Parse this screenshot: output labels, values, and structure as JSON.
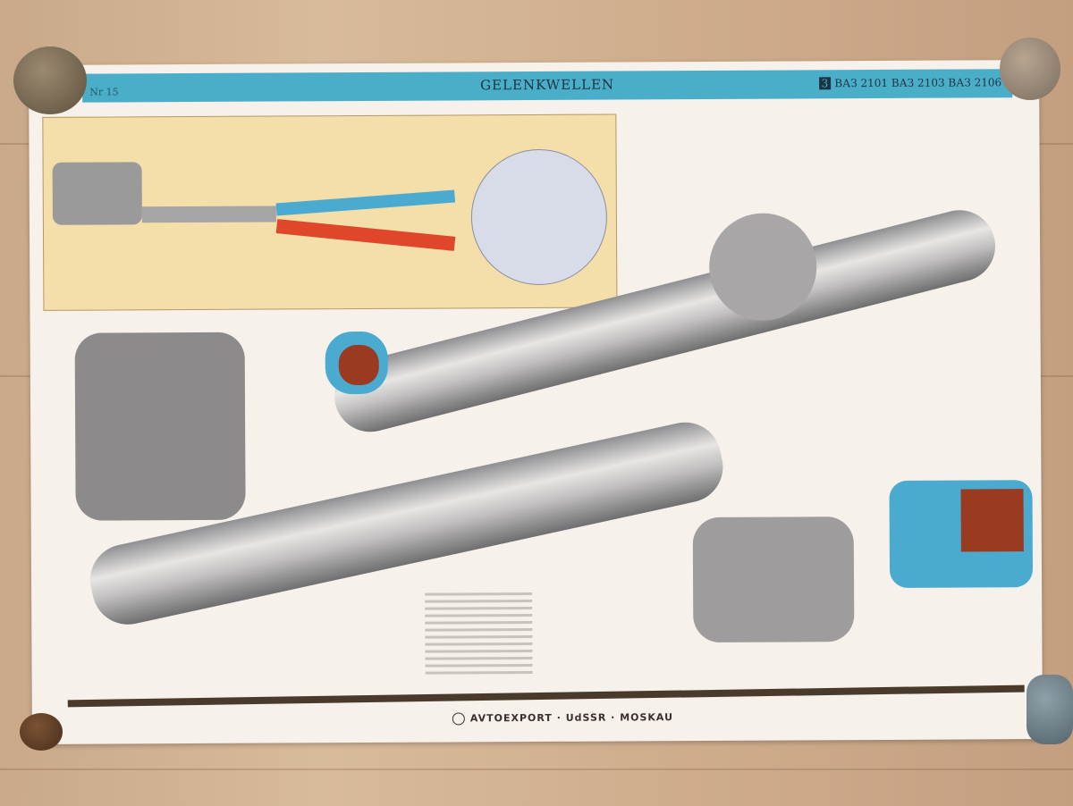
{
  "poster": {
    "sheet_number": "Nr 15",
    "title": "GELENKWELLEN",
    "model_number": "3",
    "models": "ВАЗ 2101  ВАЗ 2103  ВАЗ 2106",
    "footer": "AVTOEXPORT · UdSSR · MOSKAU",
    "colors": {
      "band": "#4aaec9",
      "inset": "#f4deaa",
      "cutaway_blue": "#4aaad0",
      "cutaway_red": "#9a3a20"
    }
  }
}
